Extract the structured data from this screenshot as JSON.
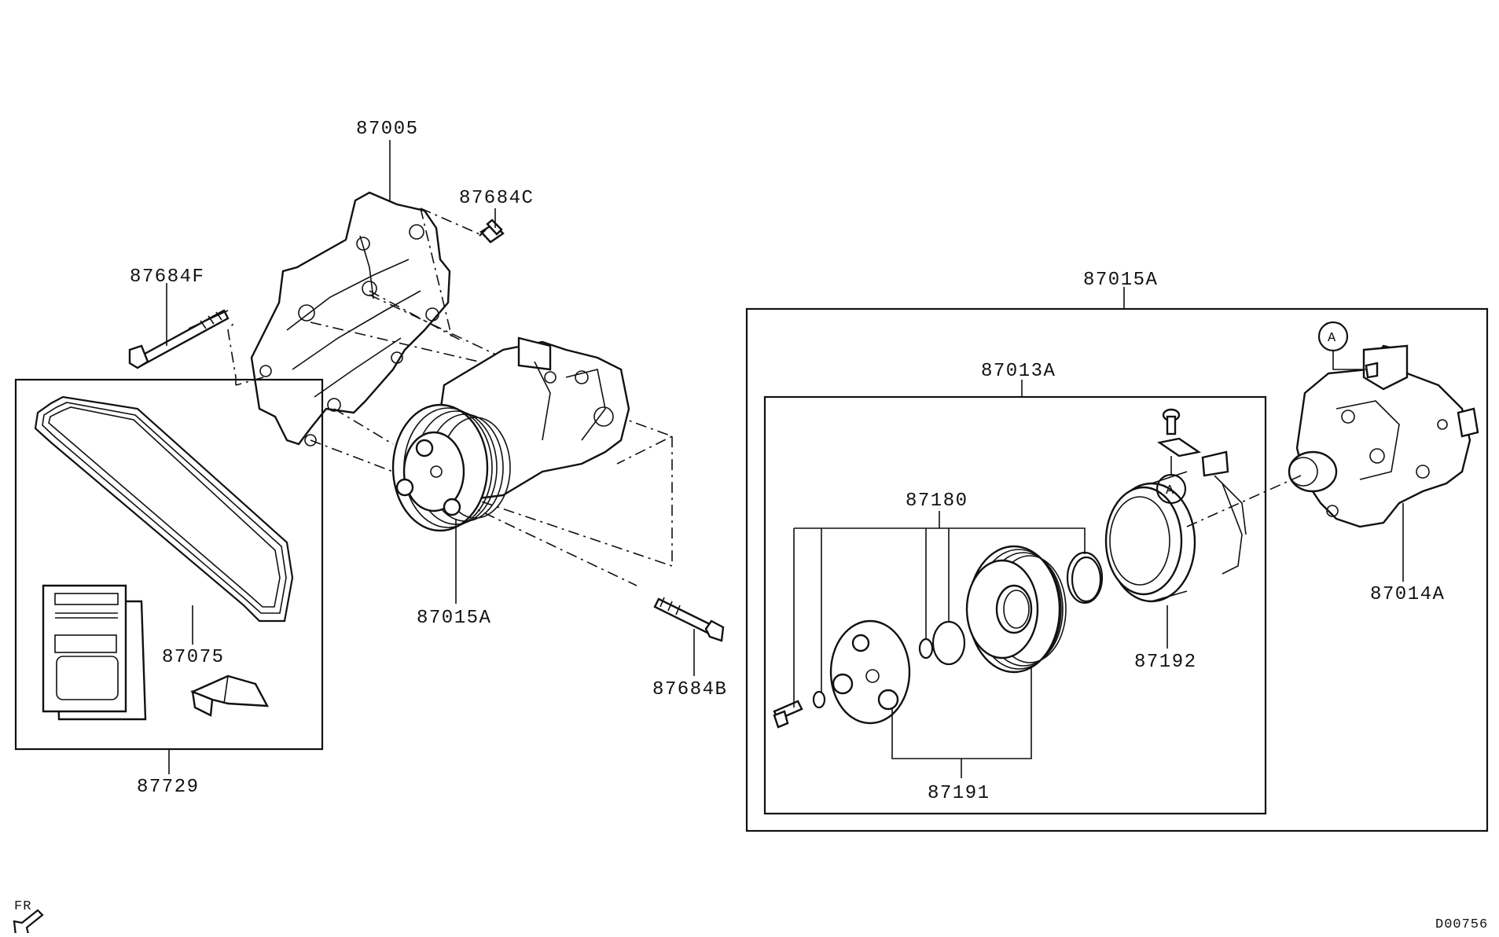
{
  "diagram_id": "D00756",
  "direction_indicator": "FR",
  "callout_marker": "A",
  "part_labels": {
    "bracket": "87005",
    "bolt_c": "87684C",
    "bolt_f": "87684F",
    "compressor_assy_top": "87015A",
    "clutch_assy": "87013A",
    "compressor_assy_left": "87015A",
    "bolt_b": "87684B",
    "belt": "87075",
    "belt_kit": "87729",
    "shims_snaprings": "87180",
    "clutch_hub_pulley": "87191",
    "field_coil": "87192",
    "compressor_body": "87014A"
  }
}
